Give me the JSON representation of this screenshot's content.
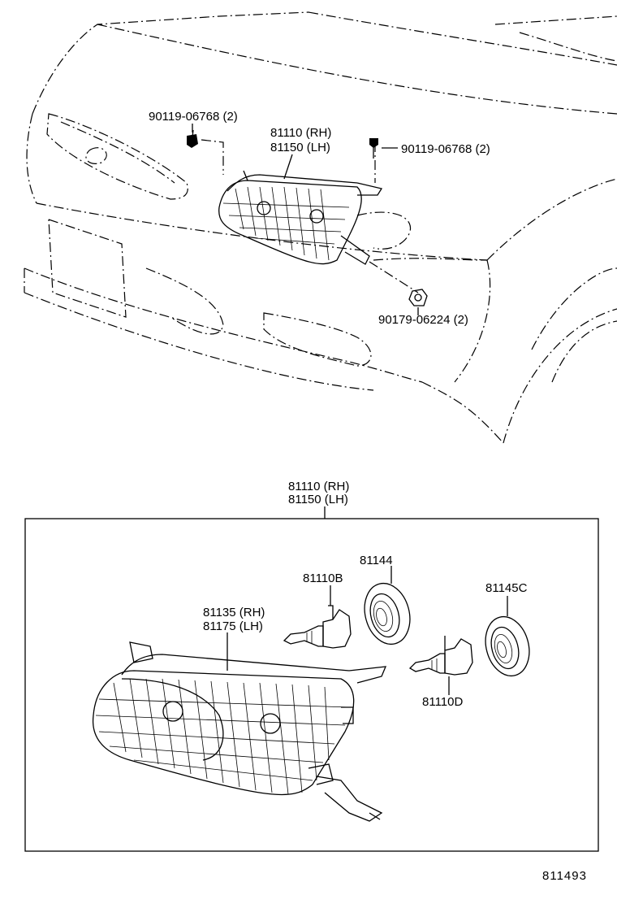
{
  "labels": {
    "bolt_left": "90119-06768 (2)",
    "assy_top_rh": "81110 (RH)",
    "assy_top_lh": "81150 (LH)",
    "bolt_right": "90119-06768 (2)",
    "nut": "90179-06224 (2)",
    "assy_box_rh": "81110 (RH)",
    "assy_box_lh": "81150 (LH)",
    "socket": "81144",
    "bulb_b": "81110B",
    "unit_rh": "81135 (RH)",
    "unit_lh": "81175 (LH)",
    "socket_c": "81145C",
    "bulb_d": "81110D",
    "ref_number": "811493"
  }
}
